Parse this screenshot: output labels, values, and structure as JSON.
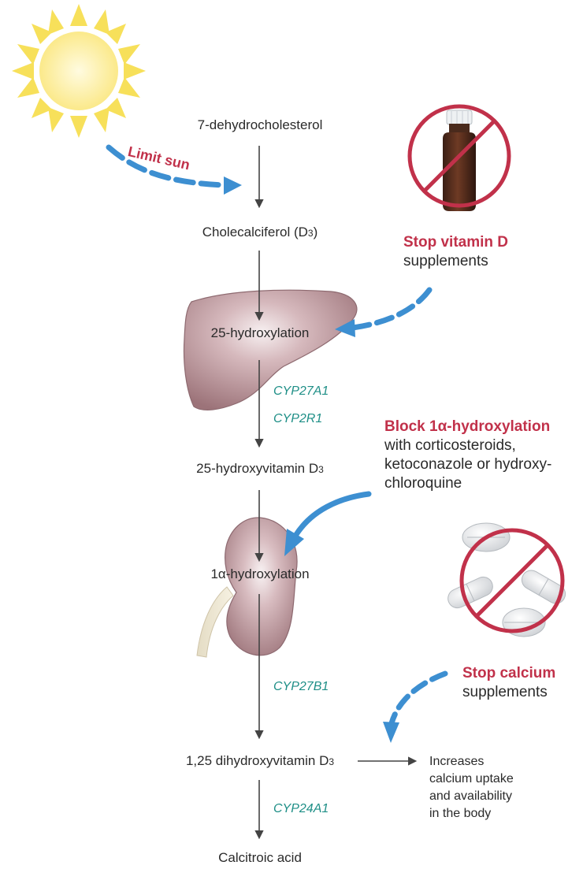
{
  "pathway": {
    "step1": "7-dehydrocholesterol",
    "step2_main": "Cholecalciferol (D",
    "step2_sub": "3",
    "step2_end": ")",
    "step3": "25-hydroxylation",
    "step4_main": "25-hydroxyvitamin D",
    "step4_sub": "3",
    "step5": "1α-hydroxylation",
    "step6_main": "1,25 dihydroxyvitamin D",
    "step6_sub": "3",
    "step7": "Calcitroic acid"
  },
  "enzymes": {
    "e1": "CYP27A1",
    "e2": "CYP2R1",
    "e3": "CYP27B1",
    "e4": "CYP24A1"
  },
  "interventions": {
    "limit_sun": "Limit sun",
    "stop_vitd_bold": "Stop vitamin D",
    "stop_vitd_rest": "supplements",
    "block_bold": "Block 1α-hydroxylation",
    "block_line1": "with corticosteroids,",
    "block_line2": "ketoconazole or hydroxy-",
    "block_line3": "chloroquine",
    "stop_calcium_bold": "Stop calcium",
    "stop_calcium_rest": "supplements"
  },
  "effect": {
    "line1": "Increases",
    "line2": "calcium uptake",
    "line3": "and availability",
    "line4": "in the body"
  },
  "colors": {
    "intervention_red": "#c1314a",
    "enzyme_teal": "#1f8f87",
    "arrow_blue": "#3d8fd1",
    "sun_yellow": "#f7e05a"
  }
}
